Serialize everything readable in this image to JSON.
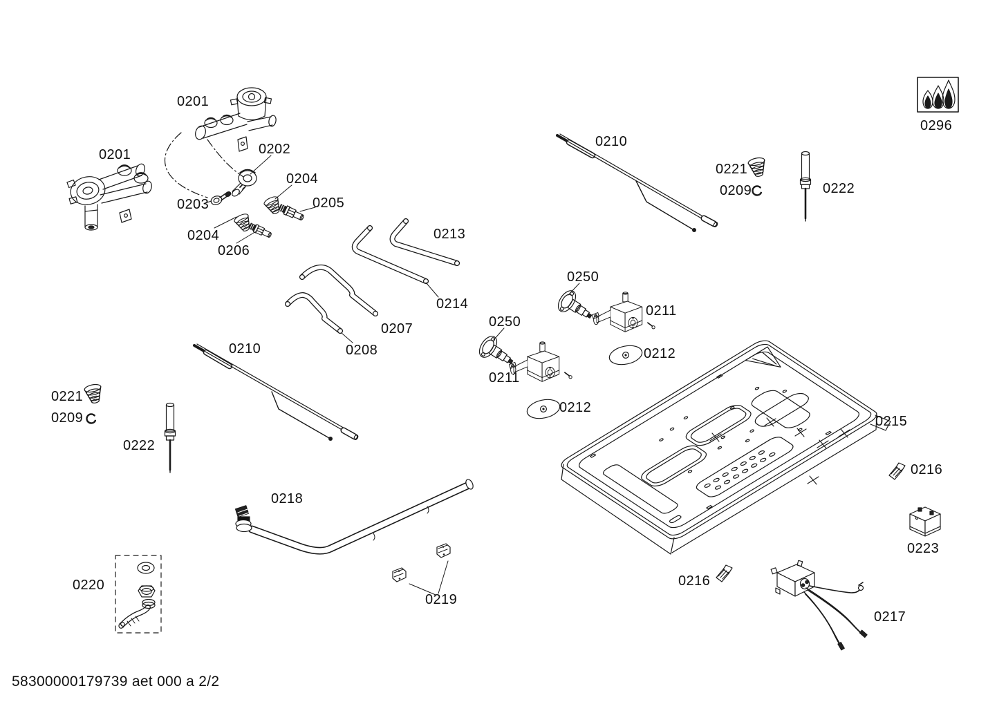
{
  "diagram": {
    "footer": "58300000179739 aet 000 a 2/2",
    "colors": {
      "ink": "#1a1a1a",
      "background": "#ffffff"
    },
    "labels": {
      "0201": "0201",
      "0202": "0202",
      "0203": "0203",
      "0204": "0204",
      "0205": "0205",
      "0206": "0206",
      "0207": "0207",
      "0208": "0208",
      "0209": "0209",
      "0210": "0210",
      "0211": "0211",
      "0212": "0212",
      "0213": "0213",
      "0214": "0214",
      "0215": "0215",
      "0216": "0216",
      "0217": "0217",
      "0218": "0218",
      "0219": "0219",
      "0220": "0220",
      "0221": "0221",
      "0222": "0222",
      "0223": "0223",
      "0250": "0250",
      "0296": "0296"
    }
  }
}
